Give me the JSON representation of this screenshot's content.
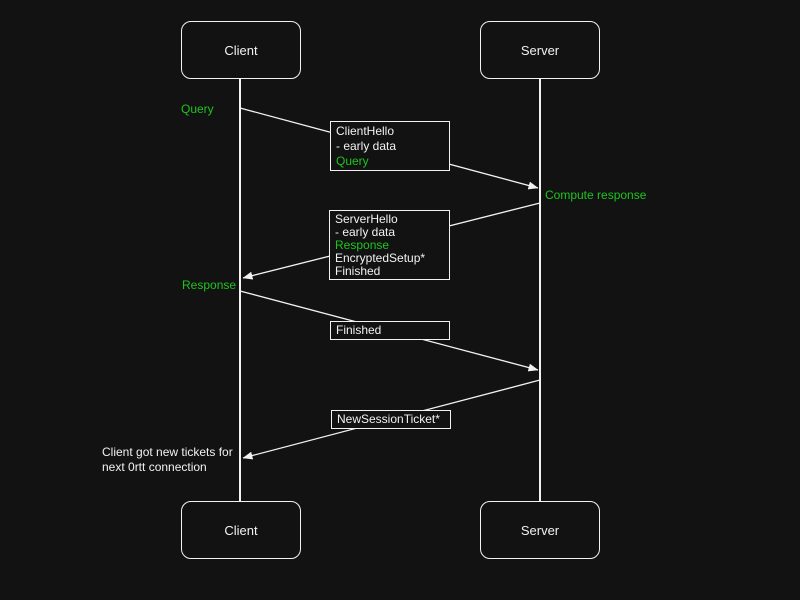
{
  "actors": {
    "client_top": "Client",
    "server_top": "Server",
    "client_bottom": "Client",
    "server_bottom": "Server"
  },
  "messages": {
    "client_hello": {
      "title": "ClientHello",
      "detail": "- early data",
      "payload": "Query"
    },
    "server_hello": {
      "title": "ServerHello",
      "detail": "- early data",
      "payload": "Response",
      "extra1": "EncryptedSetup*",
      "extra2": "Finished"
    },
    "finished": {
      "title": "Finished"
    },
    "new_session_ticket": {
      "title": "NewSessionTicket*"
    }
  },
  "annotations": {
    "query": "Query",
    "compute_response": "Compute response",
    "response": "Response",
    "note_line1": "Client got new tickets for",
    "note_line2": "next 0rtt connection"
  },
  "colors": {
    "background": "#121212",
    "foreground": "#f2f2f2",
    "accent_green": "#1ec41e"
  }
}
